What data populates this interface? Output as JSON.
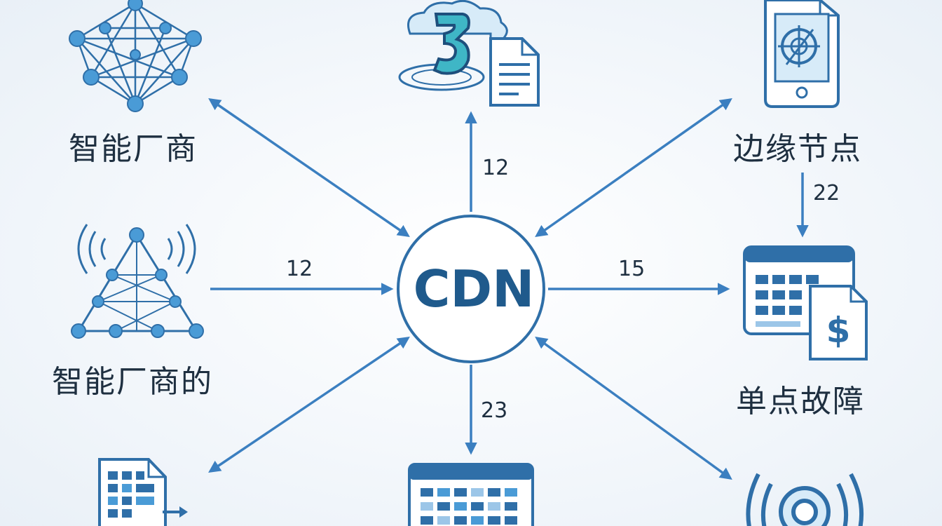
{
  "center": {
    "label": "CDN"
  },
  "nodes": {
    "top_left": {
      "label": "智能厂商",
      "icon": "network-mesh-icon"
    },
    "mid_left": {
      "label": "智能厂商的",
      "icon": "signal-tower-icon"
    },
    "bottom_left": {
      "icon": "spreadsheet-export-icon"
    },
    "top_center": {
      "icon": "cloud-document-icon"
    },
    "bottom_center": {
      "icon": "calendar-grid-icon"
    },
    "top_right": {
      "label": "边缘节点",
      "icon": "mobile-target-icon"
    },
    "mid_right": {
      "label": "单点故障",
      "icon": "billing-calendar-icon"
    },
    "bottom_right": {
      "icon": "wireless-signal-icon"
    }
  },
  "edges": {
    "left": {
      "label": "12"
    },
    "top": {
      "label": "12"
    },
    "right": {
      "label": "15"
    },
    "bottom": {
      "label": "23"
    },
    "edge_to_fault": {
      "label": "22"
    }
  },
  "colors": {
    "primary": "#2f6fa8",
    "arrow": "#3b7fc0",
    "dark": "#1e4f7c",
    "light_fill": "#d7ebf8",
    "teal": "#3fb6c6"
  }
}
